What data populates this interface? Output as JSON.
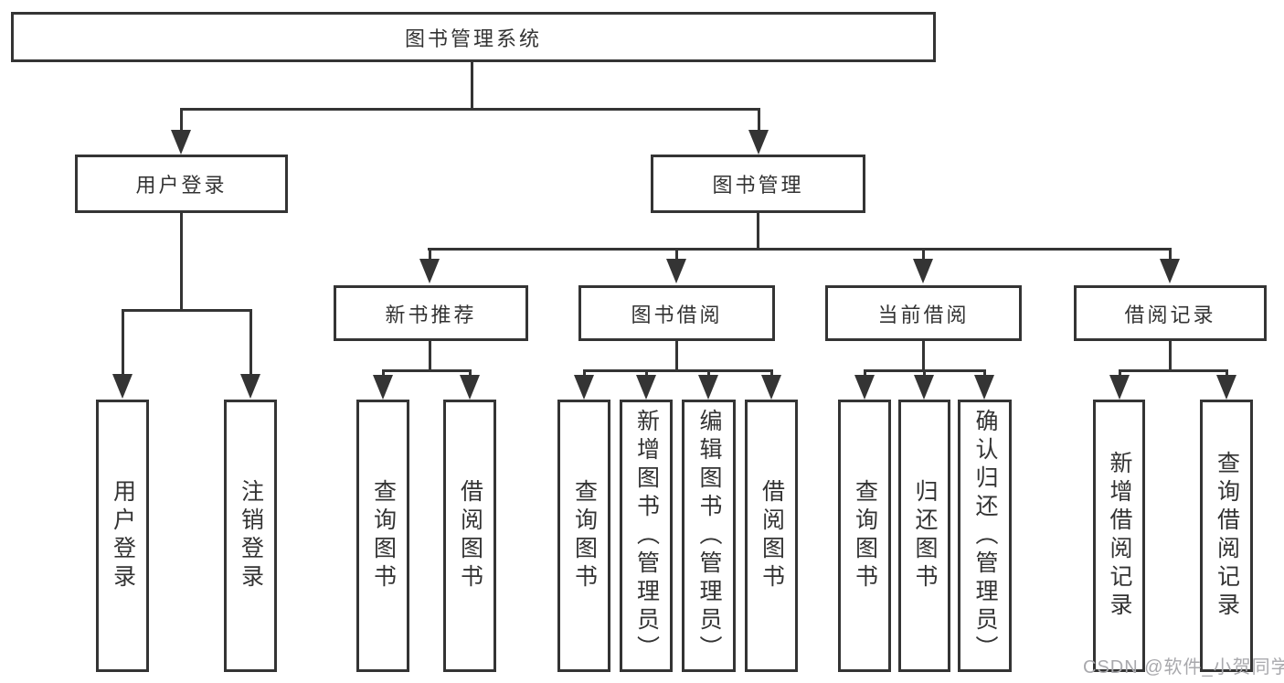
{
  "diagram_title": "图书管理系统",
  "colors": {
    "line": "#343434",
    "box_fill": "#ffffff",
    "text": "#333333",
    "watermark": "#a9a9ad",
    "background": "#ffffff"
  },
  "tree": {
    "root": "图书管理系统",
    "branches": [
      {
        "label": "用户登录",
        "leaves": [
          "用户登录",
          "注销登录"
        ]
      },
      {
        "label": "图书管理",
        "groups": [
          {
            "label": "新书推荐",
            "leaves": [
              "查询图书",
              "借阅图书"
            ]
          },
          {
            "label": "图书借阅",
            "leaves": [
              "查询图书",
              "新增图书（管理员）",
              "编辑图书（管理员）",
              "借阅图书"
            ]
          },
          {
            "label": "当前借阅",
            "leaves": [
              "查询图书",
              "归还图书",
              "确认归还（管理员）"
            ]
          },
          {
            "label": "借阅记录",
            "leaves": [
              "新增借阅记录",
              "查询借阅记录"
            ]
          }
        ]
      }
    ]
  },
  "watermark": "CSDN @软件_小贺同学"
}
